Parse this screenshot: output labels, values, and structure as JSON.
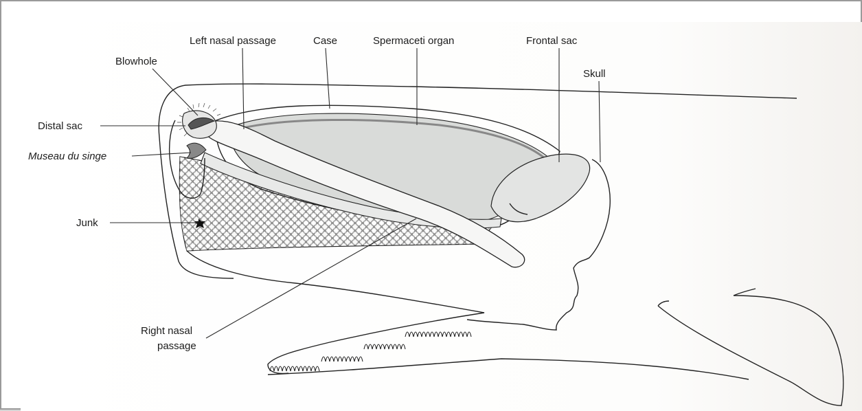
{
  "labels": {
    "left_nasal_passage": "Left nasal passage",
    "case": "Case",
    "spermaceti_organ": "Spermaceti organ",
    "frontal_sac": "Frontal sac",
    "skull": "Skull",
    "blowhole": "Blowhole",
    "distal_sac": "Distal sac",
    "museau_du_singe": "Museau du singe",
    "junk": "Junk",
    "right_nasal_passage_line1": "Right nasal",
    "right_nasal_passage_line2": "passage"
  },
  "colors": {
    "line": "#222222",
    "spermaceti_fill": "#d9dbd9",
    "passage_fill": "#e8e9e8",
    "frontal_sac_fill": "#e3e4e3",
    "junk_fill": "#f2f2f0"
  }
}
